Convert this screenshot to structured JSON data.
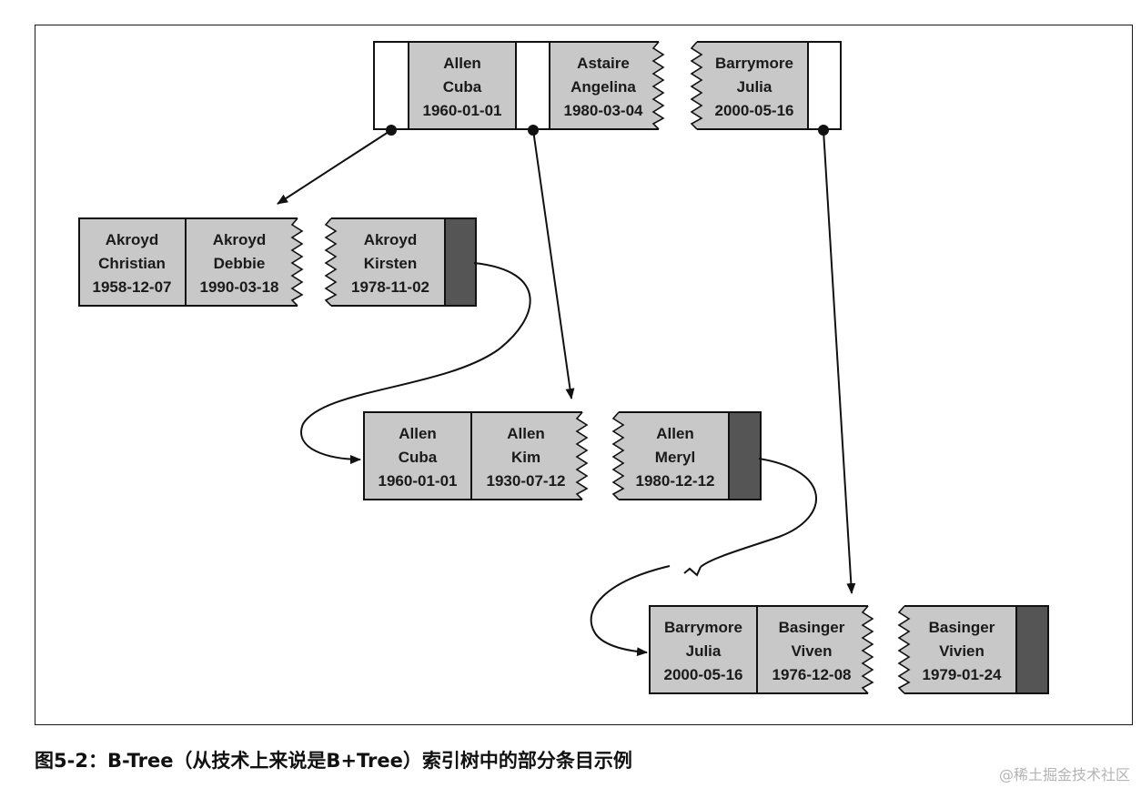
{
  "caption": "图5-2：B-Tree（从技术上来说是B+Tree）索引树中的部分条目示例",
  "watermark": "@稀土掘金技术社区",
  "colors": {
    "cell_fill": "#c8c8c8",
    "pointer_fill": "#555555",
    "line": "#111111",
    "frame": "#1a1a1a"
  },
  "root_node": {
    "entries": [
      {
        "last": "Allen",
        "first": "Cuba",
        "date": "1960-01-01"
      },
      {
        "last": "Astaire",
        "first": "Angelina",
        "date": "1980-03-04"
      },
      {
        "last": "Barrymore",
        "first": "Julia",
        "date": "2000-05-16"
      }
    ]
  },
  "leaf_nodes": [
    {
      "entries": [
        {
          "last": "Akroyd",
          "first": "Christian",
          "date": "1958-12-07"
        },
        {
          "last": "Akroyd",
          "first": "Debbie",
          "date": "1990-03-18"
        },
        {
          "last": "Akroyd",
          "first": "Kirsten",
          "date": "1978-11-02"
        }
      ]
    },
    {
      "entries": [
        {
          "last": "Allen",
          "first": "Cuba",
          "date": "1960-01-01"
        },
        {
          "last": "Allen",
          "first": "Kim",
          "date": "1930-07-12"
        },
        {
          "last": "Allen",
          "first": "Meryl",
          "date": "1980-12-12"
        }
      ]
    },
    {
      "entries": [
        {
          "last": "Barrymore",
          "first": "Julia",
          "date": "2000-05-16"
        },
        {
          "last": "Basinger",
          "first": "Viven",
          "date": "1976-12-08"
        },
        {
          "last": "Basinger",
          "first": "Vivien",
          "date": "1979-01-24"
        }
      ]
    }
  ]
}
